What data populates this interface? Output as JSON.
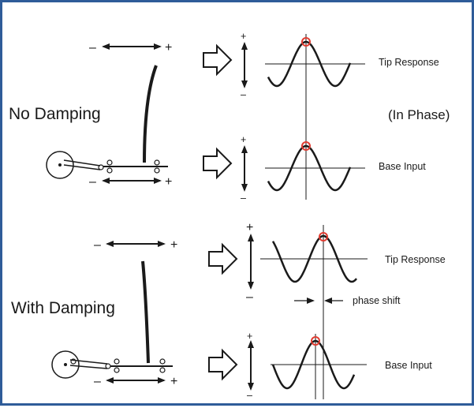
{
  "labels": {
    "no_damping": "No Damping",
    "with_damping": "With Damping",
    "in_phase": "(In Phase)",
    "tip_response": "Tip Response",
    "base_input": "Base Input",
    "phase_shift": "phase shift",
    "plus": "+",
    "minus": "–"
  },
  "colors": {
    "frame": "#2f5c99",
    "marker": "#e03c31",
    "ink": "#1a1a1a"
  }
}
